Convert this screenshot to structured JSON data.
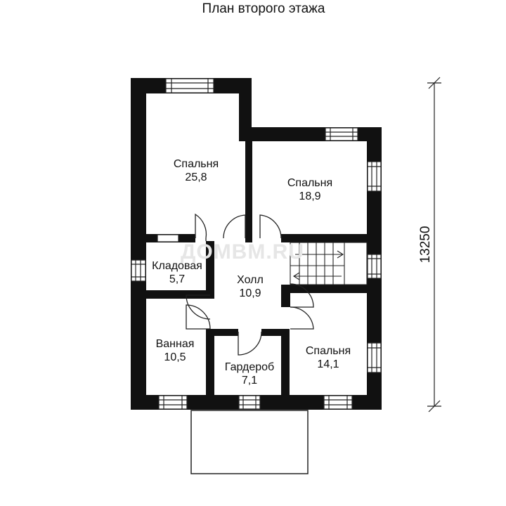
{
  "title": "План второго этажа",
  "watermark": "ДОМВМ.RU",
  "dimension": "13250",
  "rooms": [
    {
      "id": "bedroom-1",
      "name": "Спальня",
      "area": "25,8"
    },
    {
      "id": "bedroom-2",
      "name": "Спальня",
      "area": "18,9"
    },
    {
      "id": "storage",
      "name": "Кладовая",
      "area": "5,7"
    },
    {
      "id": "hall",
      "name": "Холл",
      "area": "10,9"
    },
    {
      "id": "bathroom",
      "name": "Ванная",
      "area": "10,5"
    },
    {
      "id": "wardrobe",
      "name": "Гардероб",
      "area": "7,1"
    },
    {
      "id": "bedroom-3",
      "name": "Спальня",
      "area": "14,1"
    }
  ],
  "colors": {
    "wall": "#111111",
    "background": "#ffffff",
    "stroke": "#222222"
  }
}
